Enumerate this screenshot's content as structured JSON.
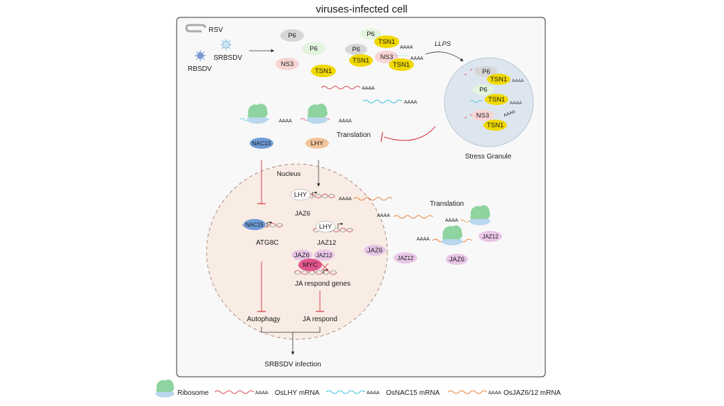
{
  "title": "viruses-infected cell",
  "viruses": {
    "rsv": "RSV",
    "srbsdv": "SRBSDV",
    "rbsdv": "RBSDV"
  },
  "proteins": {
    "p6": "P6",
    "ns3": "NS3",
    "tsn1": "TSN1",
    "nac15": "NAC15",
    "lhy": "LHY",
    "jaz6": "JAZ6",
    "jaz12": "JAZ12",
    "myc": "MYC"
  },
  "polyA": "AAAA",
  "labels": {
    "llps": "LLPS",
    "stress_granule": "Stress Granule",
    "translation": "Translation",
    "nucleus": "Nucleus",
    "atg8c": "ATG8C",
    "jaz6_gene": "JAZ6",
    "jaz12_gene": "JAZ12",
    "ja_genes": "JA respond genes",
    "autophagy": "Autophagy",
    "ja_respond": "JA respond",
    "infection": "SRBSDV infection"
  },
  "legend": {
    "ribosome": "Ribosome",
    "lhy_mrna": "OsLHY mRNA",
    "nac15_mrna": "OsNAC15 mRNA",
    "jaz_mrna": "OsJAZ6/12 mRNA"
  },
  "colors": {
    "lhy_mrna": "#d9484f",
    "nac15_mrna": "#38c4d8",
    "jaz_mrna": "#e8823a",
    "tsn1": "#f0d800",
    "p6": "#d6d6d6",
    "ns3": "#f8d4d4",
    "nac15": "#6e9bd6",
    "lhy": "#f2c49b",
    "jaz": "#e8c6e6",
    "myc": "#e0558b",
    "ribosome_large": "#8ed3a0",
    "ribosome_small": "#b9d7ee",
    "inhibit": "#d6333e",
    "nucleus_fill": "#f8ece4",
    "granule_fill": "#dde6ef"
  }
}
